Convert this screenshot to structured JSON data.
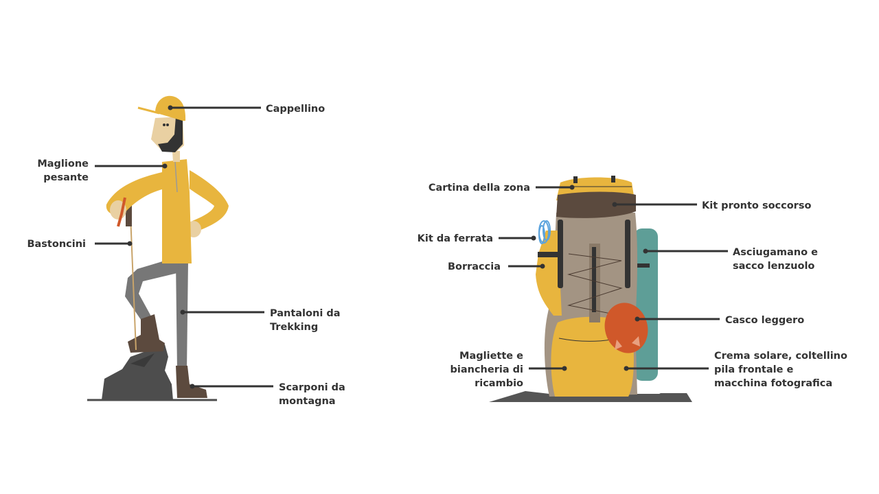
{
  "colors": {
    "yellow": "#E8B53E",
    "brown": "#5B4A3E",
    "backpack_gray": "#A39483",
    "teal": "#5E9E97",
    "orange": "#D0582A",
    "pants": "#777777",
    "rock": "#4D4D4D",
    "skin": "#E9D0A2",
    "text": "#333333",
    "rope": "#5BA3DD"
  },
  "hiker": {
    "labels": {
      "cappellino": {
        "lines": [
          "Cappellino"
        ]
      },
      "maglione": {
        "lines": [
          "Maglione",
          "pesante"
        ]
      },
      "bastoncini": {
        "lines": [
          "Bastoncini"
        ]
      },
      "pantaloni": {
        "lines": [
          "Pantaloni da",
          "Trekking"
        ]
      },
      "scarponi": {
        "lines": [
          "Scarponi da",
          "montagna"
        ]
      }
    }
  },
  "backpack": {
    "labels": {
      "cartina": {
        "lines": [
          "Cartina della zona"
        ]
      },
      "kit_pronto_soccorso": {
        "lines": [
          "Kit pronto soccorso"
        ]
      },
      "kit_ferrata": {
        "lines": [
          "Kit da ferrata"
        ]
      },
      "borraccia": {
        "lines": [
          "Borraccia"
        ]
      },
      "asciugamano": {
        "lines": [
          "Asciugamano e",
          "sacco lenzuolo"
        ]
      },
      "casco": {
        "lines": [
          "Casco leggero"
        ]
      },
      "magliette": {
        "lines": [
          "Magliette e",
          "biancheria di",
          "ricambio"
        ]
      },
      "crema": {
        "lines": [
          "Crema solare, coltellino",
          "pila frontale e",
          "macchina fotografica"
        ]
      }
    }
  }
}
